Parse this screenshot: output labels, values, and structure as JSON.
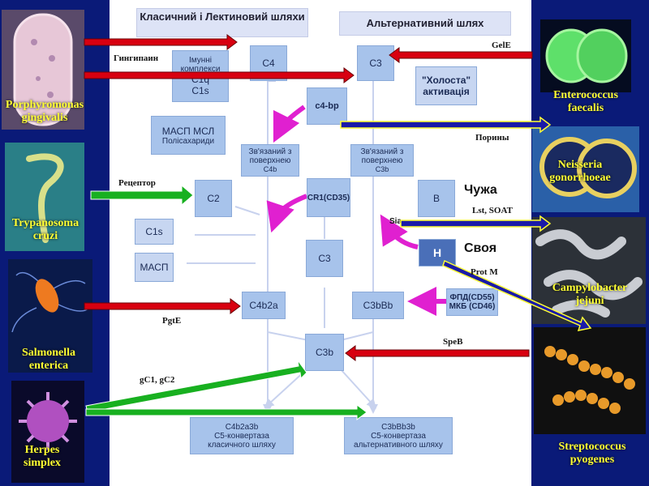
{
  "headers": {
    "classic": "Класичний і Лектиновий шляхи",
    "alternative": "Альтернативний шлях"
  },
  "boxes": {
    "c4": "C4",
    "c3_alt": "C3",
    "immune": "Імунні комплекси",
    "c1q": "C1q",
    "c1s_top": "C1s",
    "idle": "\"Холоста\" активація",
    "c4bp": "c4-bp",
    "masp_msl": "МАСП МСЛ",
    "polysacch": "Полісахариди",
    "bound_c4b": "Зв'язаний з поверхнею",
    "bound_c4b_sub": "C4b",
    "bound_c3b": "Зв'язаний з поверхнею",
    "bound_c3b_sub": "C3b",
    "c2": "C2",
    "cr1": "CR1(CD35)",
    "b": "B",
    "foreign": "Чужа",
    "sia": "Sia",
    "own": "Своя",
    "h": "H",
    "c1s": "C1s",
    "masp": "МАСП",
    "c3_mid": "C3",
    "fpd": "ФПД(CD55)",
    "mkb": "МКБ (CD46)",
    "c4b2a": "C4b2a",
    "c3bbb": "C3bBb",
    "c3b": "C3b",
    "classic_conv": "C4b2a3b",
    "classic_conv2": "C5-конвертаза",
    "classic_conv3": "класичного шляху",
    "alt_conv": "C3bBb3b",
    "alt_conv2": "C5-конвертаза",
    "alt_conv3": "альтернативного шляху"
  },
  "organisms": {
    "porphyromonas": "Porphyromonas gingivalis",
    "trypanosoma": "Trypanosoma cruzi",
    "salmonella": "Salmonella enterica",
    "herpes": "Herpes simplex",
    "enterococcus": "Enterococcus faecalis",
    "neisseria": "Neisseria gonorrhoeae",
    "campylobacter": "Campylobacter jejuni",
    "streptococcus": "Streptococcus pyogenes"
  },
  "enzymes": {
    "gingipain": "Гингипаин",
    "receptor": "Рецептор",
    "pgte": "PgtE",
    "gc": "gC1, gC2",
    "gele": "GelE",
    "porins": "Порины",
    "lst": "Lst, SOAT",
    "protm": "Prot M",
    "speb": "SpeB"
  },
  "colors": {
    "background": "#0a1a78",
    "panel": "#ffffff",
    "box": "#a7c3eb",
    "header": "#dde3f6",
    "red_arrow": "#d80010",
    "green_arrow": "#18b020",
    "blue_arrow": "#1a1aa8",
    "magenta_arrow": "#e020d0",
    "label_yellow": "#ffff33"
  }
}
